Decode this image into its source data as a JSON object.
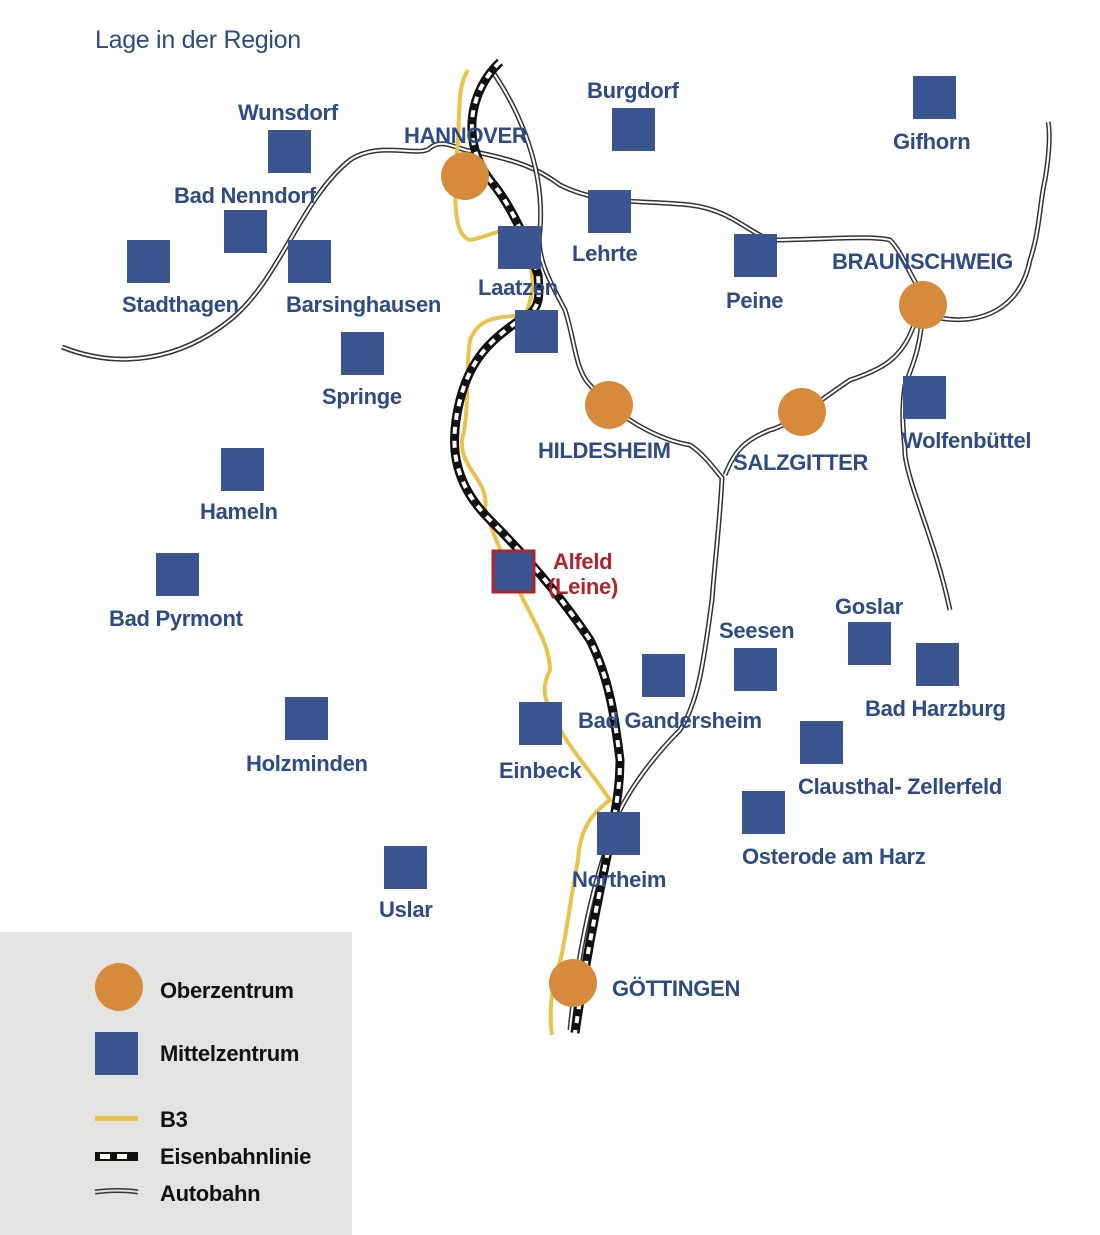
{
  "title": "Lage in der Region",
  "colors": {
    "oberzentrum": "#d68b3c",
    "mittelzentrum": "#3a5590",
    "label": "#2f4b86",
    "highlight": "#b2242a",
    "b3": "#e8c24a",
    "rail": "#111111",
    "autobahn": "#444444",
    "legend_bg": "#e3e4e2"
  },
  "oberzentren": [
    {
      "name": "HANNOVER"
    },
    {
      "name": "BRAUNSCHWEIG"
    },
    {
      "name": "HILDESHEIM"
    },
    {
      "name": "SALZGITTER"
    },
    {
      "name": "GÖTTINGEN"
    }
  ],
  "mittelzentren": [
    {
      "name": "Wunsdorf"
    },
    {
      "name": "Bad Nenndorf"
    },
    {
      "name": "Stadthagen"
    },
    {
      "name": "Barsinghausen"
    },
    {
      "name": "Springe"
    },
    {
      "name": "Burgdorf"
    },
    {
      "name": "Gifhorn"
    },
    {
      "name": "Lehrte"
    },
    {
      "name": "Laatzen"
    },
    {
      "name": "Peine"
    },
    {
      "name": "Wolfenbüttel"
    },
    {
      "name": "Hameln"
    },
    {
      "name": "Bad Pyrmont"
    },
    {
      "name": "Holzminden"
    },
    {
      "name": "Uslar"
    },
    {
      "name": "Einbeck"
    },
    {
      "name": "Bad Gandersheim"
    },
    {
      "name": "Seesen"
    },
    {
      "name": "Goslar"
    },
    {
      "name": "Bad Harzburg"
    },
    {
      "name": "Clausthal- Zellerfeld"
    },
    {
      "name": "Osterode am Harz"
    },
    {
      "name": "Northeim"
    }
  ],
  "highlight": {
    "line1": "Alfeld",
    "line2": "(Leine)"
  },
  "legend": {
    "oberzentrum": "Oberzentrum",
    "mittelzentrum": "Mittelzentrum",
    "b3": "B3",
    "rail": "Eisenbahnlinie",
    "autobahn": "Autobahn"
  }
}
